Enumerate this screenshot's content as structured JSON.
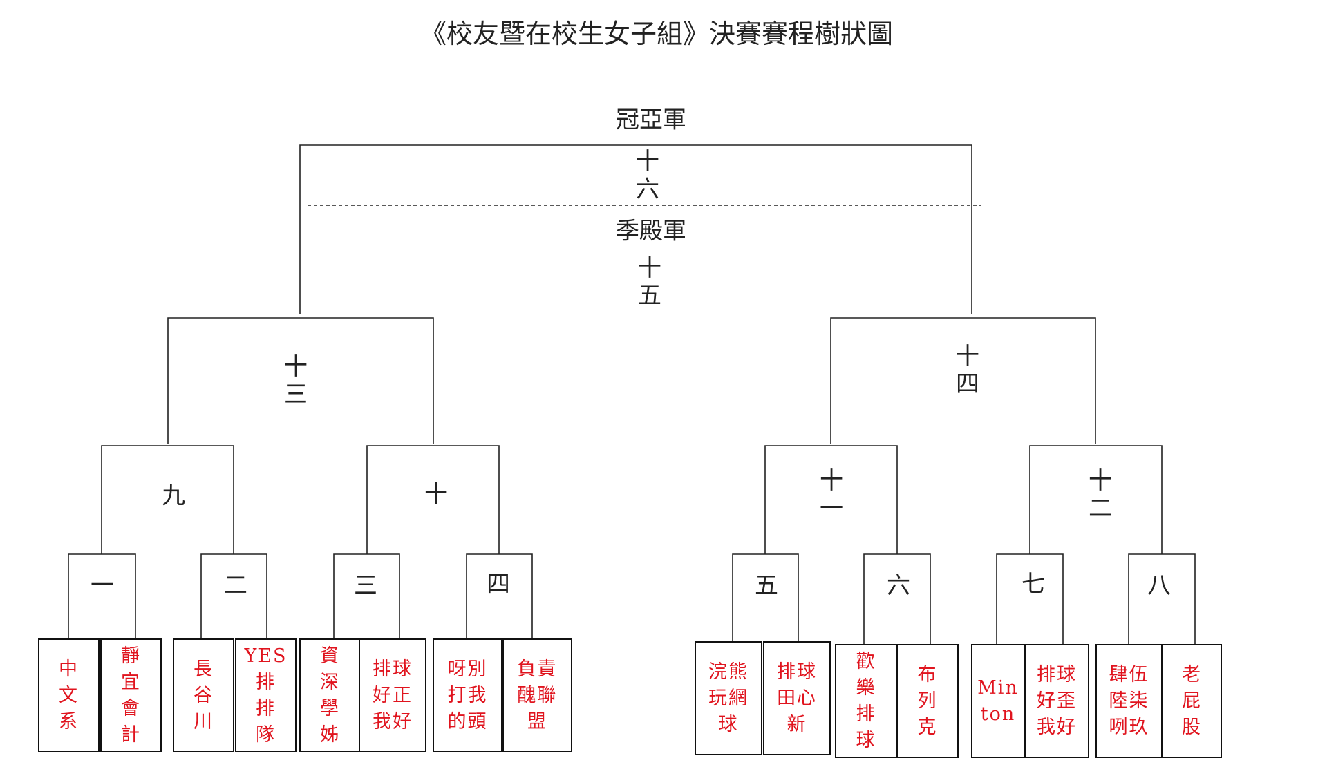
{
  "title": "《校友暨在校生女子組》決賽賽程樹狀圖",
  "final": {
    "champion_label": "冠亞軍",
    "champion_match": "十\n六",
    "third_label": "季殿軍",
    "third_match": "十\n五"
  },
  "semis": {
    "left": "十\n三",
    "right": "十\n四"
  },
  "quarters": {
    "q9": "九",
    "q10": "十",
    "q11": "十\n一",
    "q12": "十\n二"
  },
  "first_round": [
    "一",
    "二",
    "三",
    "四",
    "五",
    "六",
    "七",
    "八"
  ],
  "teams": [
    "中\n文\n系",
    "靜\n宜\n會\n計",
    "長\n谷\n川",
    "YES\n排\n排\n隊",
    "資\n深\n學\n姊",
    "排球\n好正\n我好",
    "呀別\n打我\n的頭",
    "負責\n醜聯\n盟",
    "浣熊\n玩網\n球",
    "排球\n田心\n新",
    "歡\n樂\n排\n球",
    "布\n列\n克",
    "Min\nton",
    "排球\n好歪\n我好",
    "肆伍\n陸柒\n咧玖",
    "老\n屁\n股"
  ],
  "colors": {
    "team_text": "#e0141e",
    "line": "#222222"
  }
}
